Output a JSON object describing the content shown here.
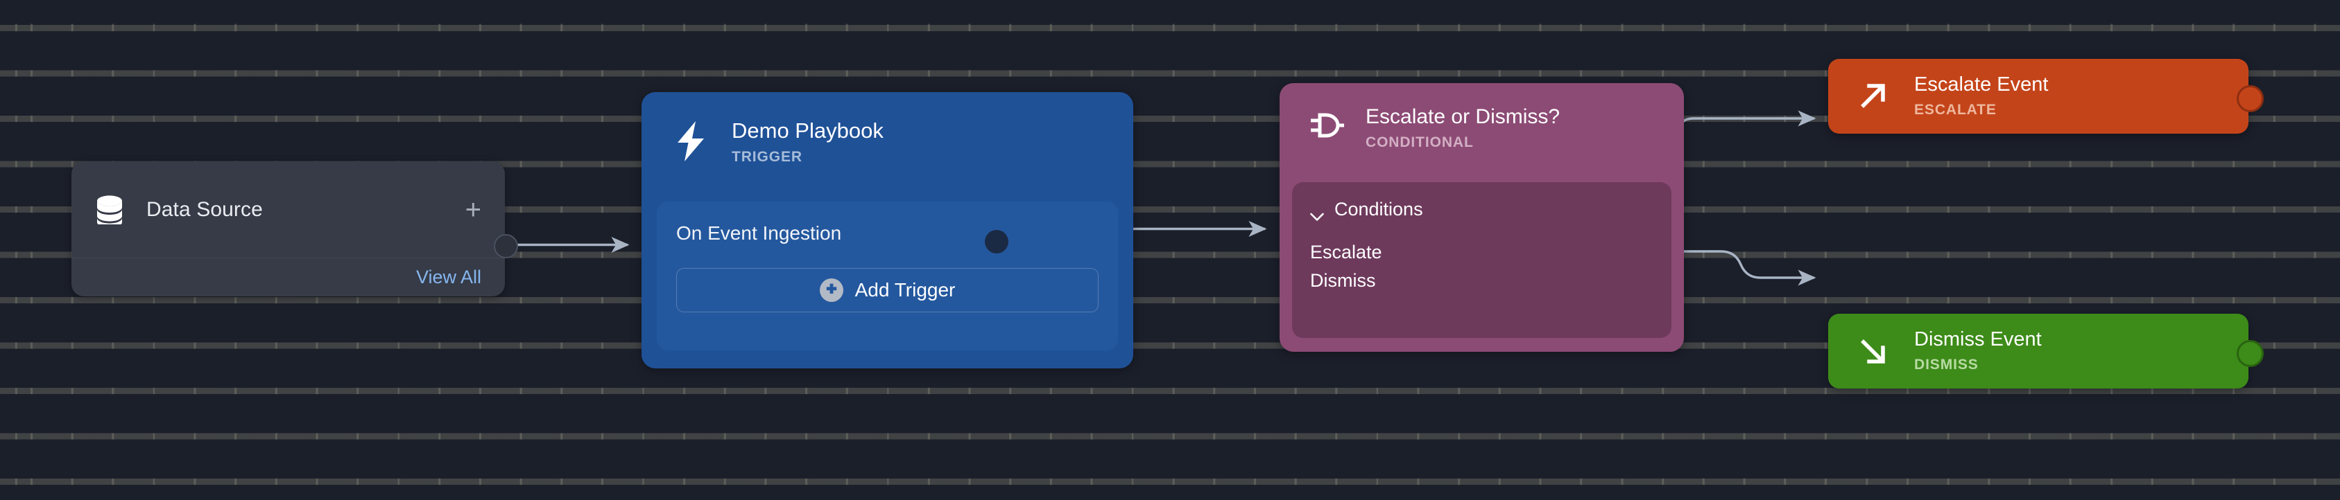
{
  "canvas": {
    "background_color": "#1b1f2a",
    "grid": "dotted-dash-grid"
  },
  "nodes": {
    "data_source": {
      "title": "Data Source",
      "icon": "database-icon",
      "add_label": "+",
      "view_all_label": "View All",
      "color": "#363b47",
      "link_color": "#86b6ee"
    },
    "playbook": {
      "title": "Demo Playbook",
      "subtitle": "TRIGGER",
      "icon": "lightning-bolt-icon",
      "trigger_row": "On Event Ingestion",
      "add_trigger_label": "Add Trigger",
      "color": "#1f5197",
      "body_color": "#24589e"
    },
    "conditional": {
      "title": "Escalate or Dismiss?",
      "subtitle": "CONDITIONAL",
      "icon": "logic-gate-icon",
      "conditions_label": "Conditions",
      "branches": [
        {
          "label": "Escalate"
        },
        {
          "label": "Dismiss"
        }
      ],
      "color": "#8c4b75",
      "body_color": "#6e3a5c"
    },
    "escalate_event": {
      "title": "Escalate Event",
      "subtitle": "ESCALATE",
      "icon": "arrow-up-right-icon",
      "color": "#c4441a"
    },
    "dismiss_event": {
      "title": "Dismiss Event",
      "subtitle": "DISMISS",
      "icon": "arrow-down-right-icon",
      "color": "#3d8b19"
    }
  },
  "edges": {
    "stroke_color": "#a8b4c4",
    "connections": [
      {
        "from": "data_source",
        "to": "playbook"
      },
      {
        "from": "playbook",
        "to": "conditional"
      },
      {
        "from": "conditional.escalate",
        "to": "escalate_event"
      },
      {
        "from": "conditional.dismiss",
        "to": "dismiss_event"
      }
    ]
  }
}
